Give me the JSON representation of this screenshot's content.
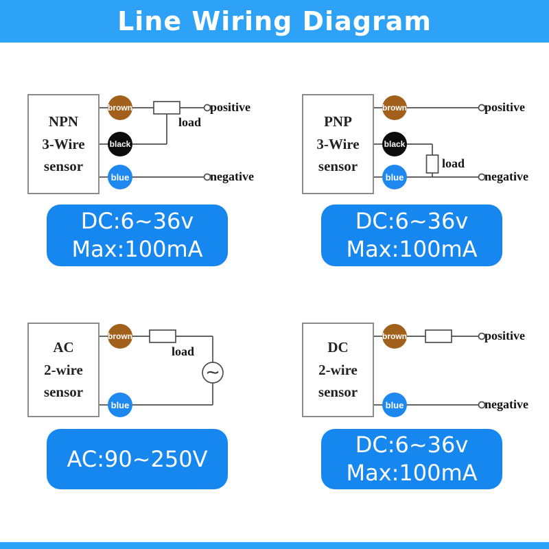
{
  "header": {
    "title": "Line Wiring Diagram"
  },
  "colors": {
    "header_bg": "#2ea2f6",
    "badge_bg": "#1787f0",
    "brown_wire": "#a2601d",
    "black_wire": "#0c0c0c",
    "blue_wire": "#1e88ee"
  },
  "symbols": {
    "ac_source": "∼"
  },
  "diagrams": {
    "npn": {
      "sensor_lines": [
        "NPN",
        "3-Wire",
        "sensor"
      ],
      "nodes": {
        "brown": "brown",
        "black": "black",
        "blue": "blue"
      },
      "load_label": "load",
      "terminal_positive": "positive",
      "terminal_negative": "negative",
      "badge_lines": [
        "DC:6~36v",
        "Max:100mA"
      ]
    },
    "pnp": {
      "sensor_lines": [
        "PNP",
        "3-Wire",
        "sensor"
      ],
      "nodes": {
        "brown": "brown",
        "black": "black",
        "blue": "blue"
      },
      "load_label": "load",
      "terminal_positive": "positive",
      "terminal_negative": "negative",
      "badge_lines": [
        "DC:6~36v",
        "Max:100mA"
      ]
    },
    "ac": {
      "sensor_lines": [
        "AC",
        "2-wire",
        "sensor"
      ],
      "nodes": {
        "brown": "brown",
        "blue": "blue"
      },
      "load_label": "load",
      "badge_lines": [
        "AC:90~250V"
      ]
    },
    "dc": {
      "sensor_lines": [
        "DC",
        "2-wire",
        "sensor"
      ],
      "nodes": {
        "brown": "brown",
        "blue": "blue"
      },
      "terminal_positive": "positive",
      "terminal_negative": "negative",
      "badge_lines": [
        "DC:6~36v",
        "Max:100mA"
      ]
    }
  }
}
